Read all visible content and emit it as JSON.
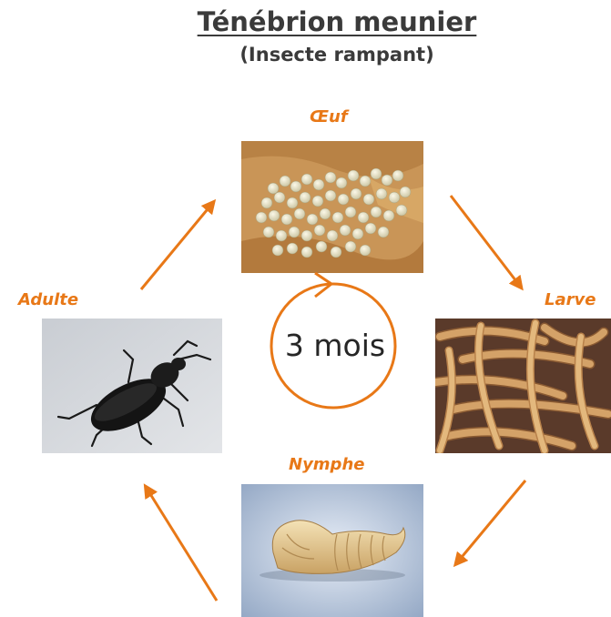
{
  "title": "Ténébrion meunier",
  "subtitle": "(Insecte rampant)",
  "cycle_duration": "3 mois",
  "stages": {
    "egg": "Œuf",
    "larva": "Larve",
    "nymph": "Nymphe",
    "adult": "Adulte"
  },
  "colors": {
    "accent": "#e87817",
    "title": "#3a3a3a"
  }
}
